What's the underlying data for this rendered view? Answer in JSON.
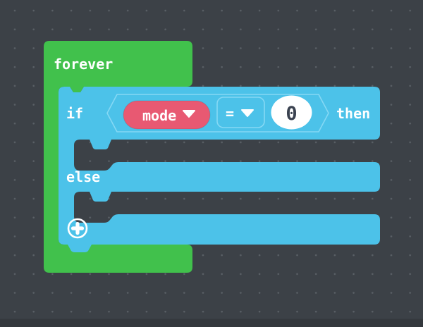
{
  "app": "block-editor-workspace",
  "colors": {
    "background": "#3c4147",
    "grid_dot": "#5a6066",
    "loops_green": "#41c14c",
    "logic_blue": "#4cc2e9",
    "slot_outline": "#85d8f4",
    "variable_red": "#e85972",
    "value_fill": "#ffffff",
    "value_text": "#3a4250",
    "label_text": "#ffffff"
  },
  "forever_block": {
    "label": "forever"
  },
  "if_block": {
    "if_label": "if",
    "then_label": "then",
    "else_label": "else",
    "condition": {
      "variable": {
        "label": "mode",
        "icon": "dropdown-arrow-icon"
      },
      "operator": {
        "label": "=",
        "icon": "dropdown-arrow-icon"
      },
      "value": {
        "text": "0"
      }
    },
    "expand_button": {
      "icon": "plus-icon"
    }
  }
}
